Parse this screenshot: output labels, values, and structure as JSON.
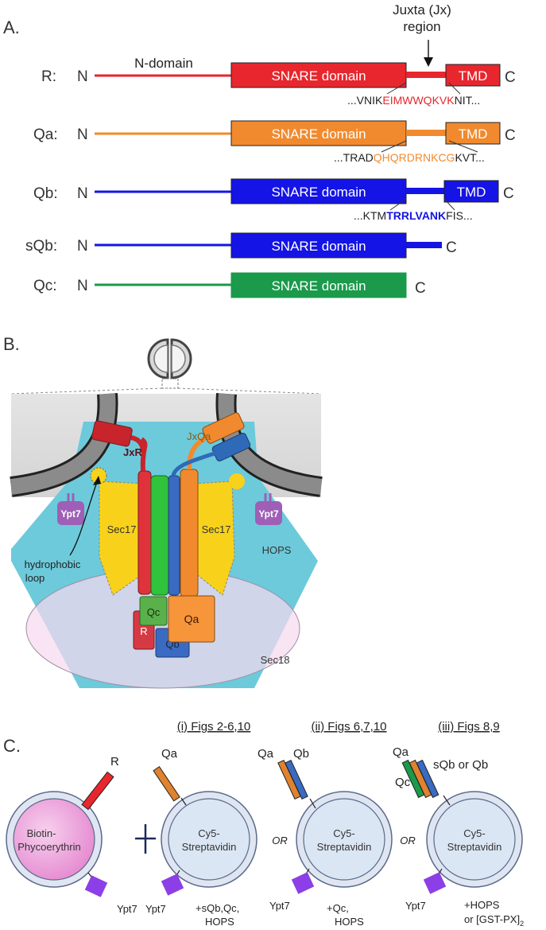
{
  "panel_a": {
    "label": "A.",
    "juxta_line1": "Juxta (Jx)",
    "juxta_line2": "region",
    "n_domain_label": "N-domain",
    "rows": [
      {
        "name": "R:",
        "n": "N",
        "snare": "SNARE domain",
        "tmd": "TMD",
        "c": "C",
        "seq_pre": "...VNIK",
        "seq_hl": "EIMWWQKVK",
        "seq_post": "NIT...",
        "color": "#e8262d",
        "hl_color": "#e8262d"
      },
      {
        "name": "Qa:",
        "n": "N",
        "snare": "SNARE domain",
        "tmd": "TMD",
        "c": "C",
        "seq_pre": "...TRAD",
        "seq_hl": "QHQRDRNKCG",
        "seq_post": "KVT...",
        "color": "#f18a2e",
        "hl_color": "#f18a2e"
      },
      {
        "name": "Qb:",
        "n": "N",
        "snare": "SNARE domain",
        "tmd": "TMD",
        "c": "C",
        "seq_pre": "...KTM",
        "seq_hl": "TRRLVANK",
        "seq_post": "FIS...",
        "color": "#1414e6",
        "hl_color": "#1414e6"
      },
      {
        "name": "sQb:",
        "n": "N",
        "snare": "SNARE domain",
        "c": "C",
        "color": "#1414e6"
      },
      {
        "name": "Qc:",
        "n": "N",
        "snare": "SNARE domain",
        "c": "C",
        "color": "#1a9a4a"
      }
    ]
  },
  "panel_b": {
    "label": "B.",
    "jxqa": "JxQa",
    "jxr": "JxR",
    "ypt7_left": "Ypt7",
    "ypt7_right": "Ypt7",
    "sec17_left": "Sec17",
    "sec17_right": "Sec17",
    "hops": "HOPS",
    "hydrophobic_line1": "hydrophobic",
    "hydrophobic_line2": "loop",
    "qc": "Qc",
    "qa": "Qa",
    "r": "R",
    "qb": "Qb",
    "sec18": "Sec18"
  },
  "panel_c": {
    "label": "C.",
    "col1_title": "(i) Figs 2-6,10",
    "col2_title": "(ii) Figs 6,7,10",
    "col3_title": "(iii) Figs 8,9",
    "r": "R",
    "qa1": "Qa",
    "qa2": "Qa",
    "qb2": "Qb",
    "qa3": "Qa",
    "qc3": "Qc",
    "sqb_or_qb": "sQb or Qb",
    "bio_line1": "Biotin-",
    "bio_line2": "Phycoerythrin",
    "cy5_line1": "Cy5-",
    "cy5_line2": "Streptavidin",
    "or1": "OR",
    "or2": "OR",
    "ypt7": "Ypt7",
    "add1_line1": "+sQb,Qc,",
    "add1_line2": "HOPS",
    "add2_line1": "+Qc,",
    "add2_line2": "HOPS",
    "add3_line1": "+HOPS",
    "add3_line2": "or [GST-PX]",
    "add3_sub": "2"
  }
}
